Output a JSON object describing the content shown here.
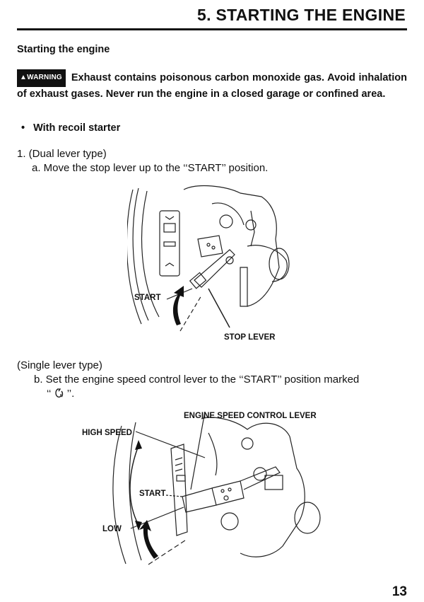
{
  "header": {
    "chapter_title": "5.  STARTING THE ENGINE"
  },
  "section": {
    "title": "Starting the engine"
  },
  "warning": {
    "badge_icon": "warning-triangle-icon",
    "badge_label": "WARNING",
    "text": "Exhaust contains poisonous carbon monoxide gas. Avoid inhalation of exhaust gases. Never run the engine in a closed garage or confined area."
  },
  "bullet": {
    "symbol": "•",
    "text": "With recoil starter"
  },
  "step1": {
    "heading": "1. (Dual lever type)",
    "instruction": "a. Move the stop lever up to the ‘‘START’’ position."
  },
  "figure1": {
    "labels": {
      "start": "START",
      "stop_lever": "STOP LEVER"
    }
  },
  "step2": {
    "heading": "(Single lever type)",
    "instruction_line1": "b. Set the engine speed control lever to the ‘‘START’’ position marked",
    "instruction_line2": "‘‘ ",
    "choke_symbol": "choke-icon",
    "instruction_line2_end": " ’’."
  },
  "figure2": {
    "labels": {
      "engine_speed_control_lever": "ENGINE SPEED CONTROL LEVER",
      "high_speed": "HIGH SPEED",
      "start": "START",
      "low": "LOW"
    }
  },
  "footer": {
    "page_number": "13"
  }
}
